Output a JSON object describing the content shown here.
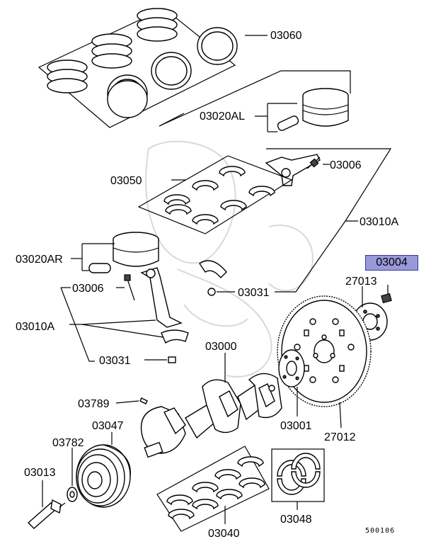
{
  "parts": {
    "piston_rings": "03060",
    "piston_left": "03020AL",
    "conrod_bolt_upper": "03006",
    "main_bearings": "03050",
    "conrod_assembly_upper": "03010A",
    "piston_right": "03020AR",
    "conrod_bolt_lower": "03006",
    "highlighted_bolt": "03004",
    "flex_plate_adapter": "27013",
    "conrod_nut_upper": "03031",
    "conrod_assembly_lower": "03010A",
    "crankshaft": "03000",
    "conrod_nut_lower": "03031",
    "key": "03789",
    "damper_pulley": "03047",
    "crank_bolt_washer": "03782",
    "crank_bolt": "03013",
    "flywheel_ring": "03001",
    "flex_plate": "27012",
    "thrust_washers": "03048",
    "rod_bearings": "03040"
  },
  "diagram_number": "500106",
  "highlight_color": "#9999d9"
}
